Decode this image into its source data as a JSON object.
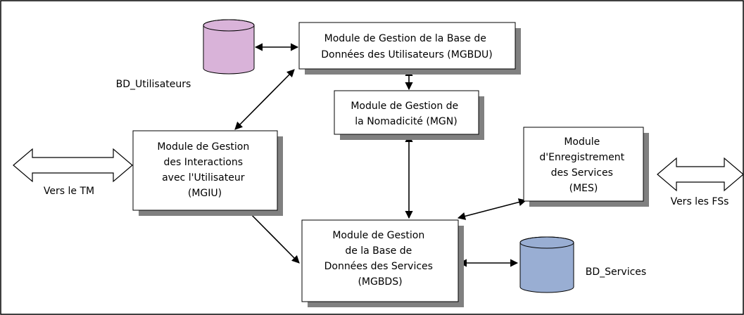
{
  "modules": {
    "mgbdu": {
      "lines": [
        "Module de Gestion de la Base de",
        "Données des Utilisateurs (MGBDU)"
      ]
    },
    "mgn": {
      "lines": [
        "Module de Gestion de",
        "la Nomadicité (MGN)"
      ]
    },
    "mgiu": {
      "lines": [
        "Module de Gestion",
        "des Interactions",
        "avec l'Utilisateur",
        "(MGIU)"
      ]
    },
    "mes": {
      "lines": [
        "Module",
        "d'Enregistrement",
        "des Services",
        "(MES)"
      ]
    },
    "mgbds": {
      "lines": [
        "Module de Gestion",
        "de la Base de",
        "Données des Services",
        "(MGBDS)"
      ]
    }
  },
  "databases": {
    "users": {
      "label": "BD_Utilisateurs",
      "color": "#d9b3d9"
    },
    "services": {
      "label": "BD_Services",
      "color": "#99aed3"
    }
  },
  "externals": {
    "tm": {
      "label": "Vers le TM"
    },
    "fss": {
      "label": "Vers les FSs"
    }
  },
  "colors": {
    "shadow": "#808080",
    "border": "#000000",
    "background": "#ffffff"
  }
}
